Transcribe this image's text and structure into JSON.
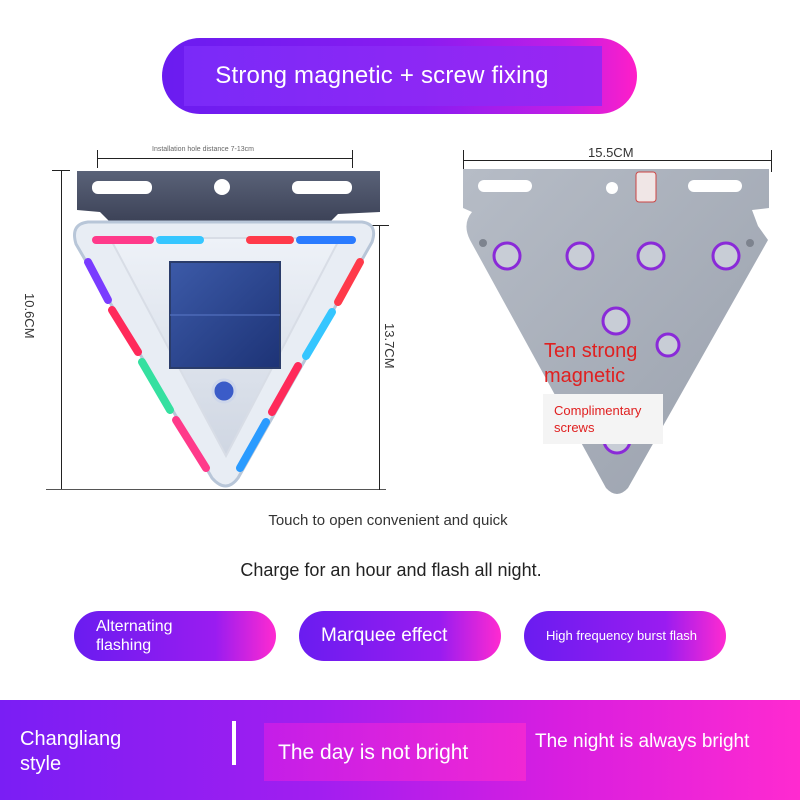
{
  "banner": {
    "title": "Strong magnetic + screw fixing"
  },
  "dimensions": {
    "hole_distance": "Installation hole distance 7-13cm",
    "width_right": "15.5CM",
    "height_left": "10.6CM",
    "height_mid": "13.7CM"
  },
  "annotations": {
    "magnet_label": "Ten strong magnetic",
    "screws_label": "Complimentary screws"
  },
  "features": {
    "touch": "Touch to open convenient and quick",
    "charge": "Charge for an hour and flash all night."
  },
  "modes": [
    {
      "label": "Alternating flashing"
    },
    {
      "label": "Marquee effect"
    },
    {
      "label": "High frequency burst flash"
    }
  ],
  "bottom": {
    "left": "Changliang style",
    "middle": "The day is not bright",
    "right": "The night is always bright"
  },
  "colors": {
    "brand_purple": "#7a1ef4",
    "brand_pink": "#ff2ad0",
    "annotation_red": "#e02020"
  }
}
